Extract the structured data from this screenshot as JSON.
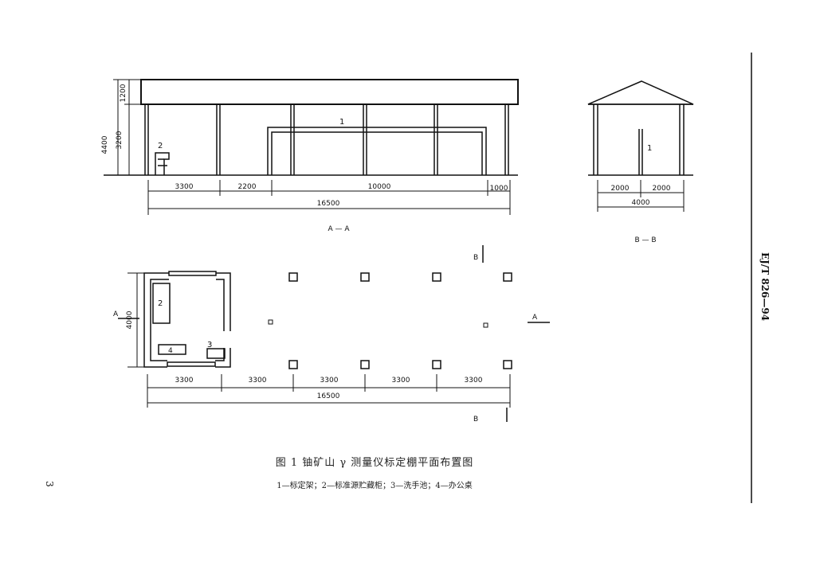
{
  "elevation_aa": {
    "labels": {
      "height_total": "4400",
      "height_roof": "1200",
      "height_wall": "3200",
      "item1": "1",
      "item2": "2"
    },
    "dims": [
      "3300",
      "2200",
      "10000",
      "1000"
    ],
    "total": "16500",
    "section_title": "A — A"
  },
  "section_bb": {
    "dims": [
      "2000",
      "2000"
    ],
    "total": "4000",
    "item1": "1",
    "section_title": "B — B"
  },
  "plan": {
    "labels": {
      "height": "4000",
      "A_left": "A",
      "A_right": "A",
      "B_top": "B",
      "B_bottom": "B",
      "item2": "2",
      "item3": "3",
      "item4": "4"
    },
    "dims": [
      "3300",
      "3300",
      "3300",
      "3300",
      "3300"
    ],
    "total": "16500"
  },
  "caption": "图 1  铀矿山 γ 测量仪标定棚平面布置图",
  "legend": "1—标定架；2—标准源贮藏柜；3—洗手池；4—办公桌",
  "page_number": "3",
  "standard_code": "EJ/T 826—94"
}
